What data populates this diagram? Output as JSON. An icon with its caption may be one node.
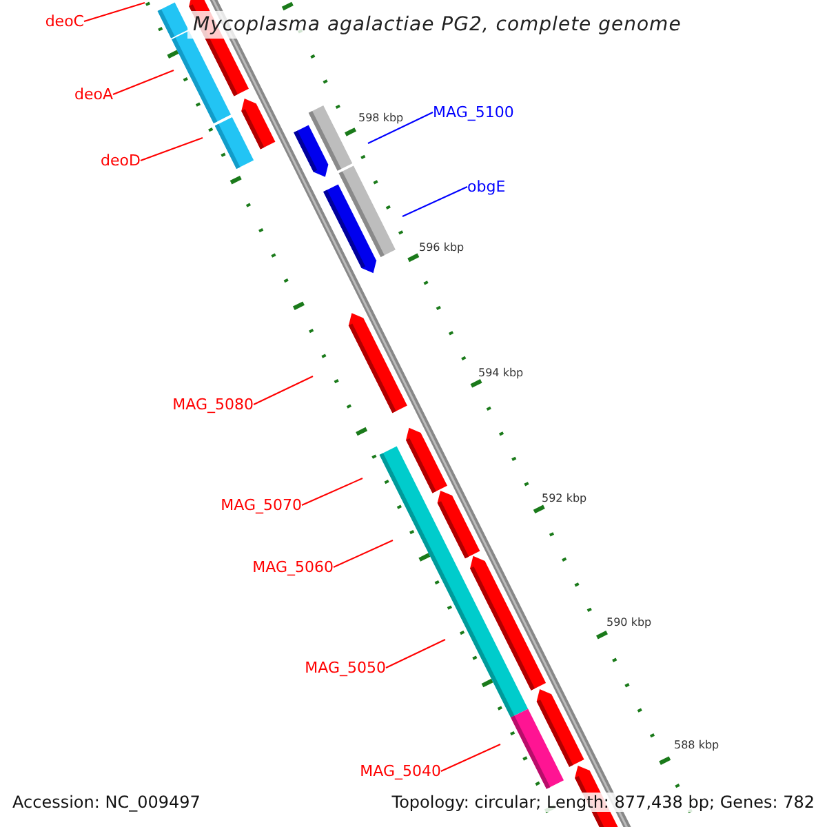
{
  "diagram": {
    "title": "Mycoplasma agalactiae PG2, complete genome",
    "nodes": [
      {
        "text": [
          "deoC"
        ]
      },
      {
        "text": [
          "deoA"
        ]
      },
      {
        "text": [
          "MAG_5100"
        ]
      },
      {
        "text": [
          "deoD"
        ]
      },
      {
        "text": [
          "obgE"
        ]
      },
      {
        "text": [
          "MAG_5080"
        ]
      },
      {
        "text": [
          "MAG_5070"
        ]
      },
      {
        "text": [
          "MAG_5060"
        ]
      },
      {
        "text": [
          "MAG_5050"
        ]
      },
      {
        "text": [
          "MAG_5040"
        ]
      }
    ],
    "edges": [
      {
        "from": 0,
        "to": null,
        "arrow": "none"
      },
      {
        "from": 1,
        "to": null,
        "arrow": "none"
      },
      {
        "from": 2,
        "to": null,
        "arrow": "none",
        "color": "#0000ff"
      },
      {
        "from": 3,
        "to": null,
        "arrow": "none"
      },
      {
        "from": 4,
        "to": null,
        "arrow": "none",
        "color": "#0000ff"
      },
      {
        "from": 5,
        "to": null,
        "arrow": "none"
      },
      {
        "from": 6,
        "to": null,
        "arrow": "none"
      },
      {
        "from": 7,
        "to": null,
        "arrow": "none"
      },
      {
        "from": 8,
        "to": null,
        "arrow": "none"
      },
      {
        "from": 9,
        "to": null,
        "arrow": "none"
      }
    ],
    "labels": [
      "598 kbp",
      "596 kbp",
      "594 kbp",
      "592 kbp",
      "590 kbp",
      "588 kbp",
      "Accession: NC_009497",
      "Topology: circular; Length: 877,438 bp; Genes: 782"
    ]
  }
}
